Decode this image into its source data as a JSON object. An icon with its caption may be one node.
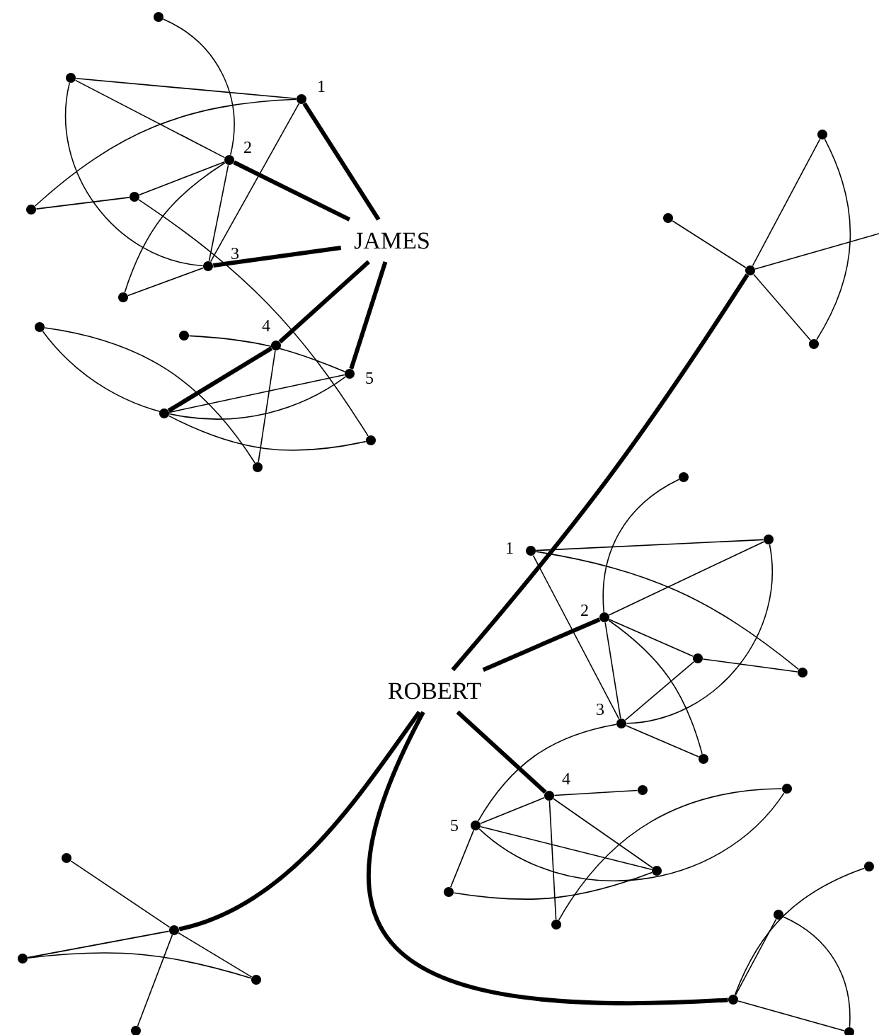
{
  "diagram": {
    "nodes": [
      {
        "text": [
          "JAMES"
        ]
      },
      {
        "text": [
          "ROBERT"
        ]
      },
      {
        "text": [],
        "shape": "circle"
      },
      {
        "text": [],
        "shape": "circle"
      },
      {
        "text": [],
        "shape": "circle",
        "beside": [
          "1"
        ]
      },
      {
        "text": [],
        "shape": "circle",
        "beside": [
          "2"
        ]
      },
      {
        "text": [],
        "shape": "circle"
      },
      {
        "text": [],
        "shape": "circle"
      },
      {
        "text": [],
        "shape": "circle",
        "beside": [
          "3"
        ]
      },
      {
        "text": [],
        "shape": "circle"
      },
      {
        "text": [],
        "shape": "circle"
      },
      {
        "text": [],
        "shape": "circle"
      },
      {
        "text": [],
        "shape": "circle",
        "beside": [
          "4"
        ]
      },
      {
        "text": [],
        "shape": "circle",
        "beside": [
          "5"
        ]
      },
      {
        "text": [],
        "shape": "circle"
      },
      {
        "text": [],
        "shape": "circle"
      },
      {
        "text": [],
        "shape": "circle"
      },
      {
        "text": [],
        "shape": "circle",
        "beside": [
          "1"
        ]
      },
      {
        "text": [],
        "shape": "circle"
      },
      {
        "text": [],
        "shape": "circle"
      },
      {
        "text": [],
        "shape": "circle",
        "beside": [
          "2"
        ]
      },
      {
        "text": [],
        "shape": "circle"
      },
      {
        "text": [],
        "shape": "circle"
      },
      {
        "text": [],
        "shape": "circle",
        "beside": [
          "3"
        ]
      },
      {
        "text": [],
        "shape": "circle"
      },
      {
        "text": [],
        "shape": "circle",
        "beside": [
          "4"
        ]
      },
      {
        "text": [],
        "shape": "circle"
      },
      {
        "text": [],
        "shape": "circle"
      },
      {
        "text": [],
        "shape": "circle",
        "beside": [
          "5"
        ]
      },
      {
        "text": [],
        "shape": "circle"
      },
      {
        "text": [],
        "shape": "circle"
      },
      {
        "text": [],
        "shape": "circle"
      },
      {
        "text": [],
        "shape": "circle"
      },
      {
        "text": [],
        "shape": "circle"
      },
      {
        "text": [],
        "shape": "circle"
      },
      {
        "text": [],
        "shape": "circle"
      },
      {
        "text": [],
        "shape": "circle"
      },
      {
        "text": [],
        "shape": "circle"
      },
      {
        "text": [],
        "shape": "circle"
      },
      {
        "text": [],
        "shape": "circle"
      },
      {
        "text": [],
        "shape": "circle"
      },
      {
        "text": [],
        "shape": "circle"
      },
      {
        "text": [],
        "shape": "circle"
      },
      {
        "text": [],
        "shape": "circle"
      },
      {
        "text": [],
        "shape": "circle"
      }
    ],
    "edges": [
      {
        "from": 2,
        "to": 5,
        "arrow": "none"
      },
      {
        "from": 3,
        "to": 4,
        "arrow": "none"
      },
      {
        "from": 3,
        "to": 5,
        "arrow": "none"
      },
      {
        "from": 3,
        "to": 8,
        "arrow": "none"
      },
      {
        "from": 6,
        "to": 4,
        "arrow": "none"
      },
      {
        "from": 6,
        "to": 7,
        "arrow": "none"
      },
      {
        "from": 7,
        "to": 5,
        "arrow": "none"
      },
      {
        "from": 7,
        "to": 15,
        "arrow": "none"
      },
      {
        "from": 5,
        "to": 8,
        "arrow": "none"
      },
      {
        "from": 5,
        "to": 9,
        "arrow": "none"
      },
      {
        "from": 9,
        "to": 8,
        "arrow": "none"
      },
      {
        "from": 4,
        "to": 8,
        "arrow": "none"
      },
      {
        "from": 10,
        "to": 16,
        "arrow": "none"
      },
      {
        "from": 10,
        "to": 13,
        "arrow": "none"
      },
      {
        "from": 11,
        "to": 13,
        "arrow": "none"
      },
      {
        "from": 12,
        "to": 16,
        "arrow": "none"
      },
      {
        "from": 14,
        "to": 13,
        "arrow": "none"
      },
      {
        "from": 14,
        "to": 15,
        "arrow": "none"
      },
      {
        "from": 4,
        "to": 0,
        "arrow": "none",
        "style": "thick"
      },
      {
        "from": 5,
        "to": 0,
        "arrow": "none",
        "style": "thick"
      },
      {
        "from": 8,
        "to": 0,
        "arrow": "none",
        "style": "thick"
      },
      {
        "from": 12,
        "to": 0,
        "arrow": "none",
        "style": "thick"
      },
      {
        "from": 12,
        "to": 14,
        "arrow": "none",
        "style": "thick"
      },
      {
        "from": 13,
        "to": 0,
        "arrow": "none",
        "style": "thick"
      },
      {
        "from": 17,
        "to": 19,
        "arrow": "none"
      },
      {
        "from": 17,
        "to": 22,
        "arrow": "none"
      },
      {
        "from": 17,
        "to": 23,
        "arrow": "none"
      },
      {
        "from": 18,
        "to": 20,
        "arrow": "none"
      },
      {
        "from": 19,
        "to": 20,
        "arrow": "none"
      },
      {
        "from": 19,
        "to": 23,
        "arrow": "none"
      },
      {
        "from": 20,
        "to": 21,
        "arrow": "none"
      },
      {
        "from": 21,
        "to": 22,
        "arrow": "none"
      },
      {
        "from": 20,
        "to": 23,
        "arrow": "none"
      },
      {
        "from": 20,
        "to": 24,
        "arrow": "none"
      },
      {
        "from": 21,
        "to": 23,
        "arrow": "none"
      },
      {
        "from": 23,
        "to": 24,
        "arrow": "none"
      },
      {
        "from": 23,
        "to": 28,
        "arrow": "none"
      },
      {
        "from": 25,
        "to": 26,
        "arrow": "none"
      },
      {
        "from": 25,
        "to": 28,
        "arrow": "none"
      },
      {
        "from": 25,
        "to": 29,
        "arrow": "none"
      },
      {
        "from": 25,
        "to": 31,
        "arrow": "none"
      },
      {
        "from": 28,
        "to": 29,
        "arrow": "none"
      },
      {
        "from": 28,
        "to": 30,
        "arrow": "none"
      },
      {
        "from": 28,
        "to": 27,
        "arrow": "none"
      },
      {
        "from": 30,
        "to": 29,
        "arrow": "none"
      },
      {
        "from": 31,
        "to": 27,
        "arrow": "none"
      },
      {
        "from": 1,
        "to": 20,
        "arrow": "none",
        "style": "thick"
      },
      {
        "from": 1,
        "to": 25,
        "arrow": "none",
        "style": "thick"
      },
      {
        "from": 1,
        "to": 32,
        "arrow": "none",
        "style": "thick"
      },
      {
        "from": 1,
        "to": 37,
        "arrow": "none",
        "style": "thick"
      },
      {
        "from": 1,
        "to": 41,
        "arrow": "none",
        "style": "thick"
      },
      {
        "from": 32,
        "to": 33,
        "arrow": "none"
      },
      {
        "from": 32,
        "to": 34,
        "arrow": "none"
      },
      {
        "from": 32,
        "to": 35,
        "arrow": "none"
      },
      {
        "from": 33,
        "to": 35,
        "arrow": "none"
      },
      {
        "from": 32,
        "to": null,
        "arrow": "none"
      },
      {
        "from": 36,
        "to": 37,
        "arrow": "none"
      },
      {
        "from": 37,
        "to": 39,
        "arrow": "none"
      },
      {
        "from": 38,
        "to": 37,
        "arrow": "none"
      },
      {
        "from": 38,
        "to": 39,
        "arrow": "none"
      },
      {
        "from": 37,
        "to": 40,
        "arrow": "none"
      },
      {
        "from": 41,
        "to": 42,
        "arrow": "none"
      },
      {
        "from": 41,
        "to": 43,
        "arrow": "none"
      },
      {
        "from": 41,
        "to": 44,
        "arrow": "none"
      },
      {
        "from": 42,
        "to": 44,
        "arrow": "none"
      }
    ]
  }
}
